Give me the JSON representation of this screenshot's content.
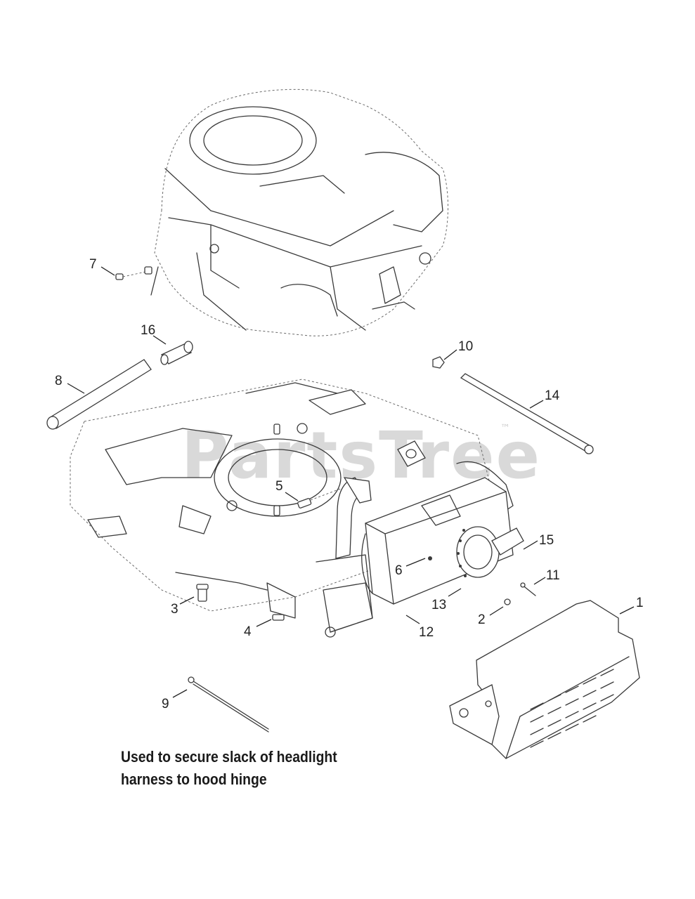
{
  "watermark": {
    "text": "PartsTree",
    "trademark": "™"
  },
  "note": {
    "line1": "Used to secure slack of headlight",
    "line2": "harness to hood hinge"
  },
  "callouts": {
    "c1": "1",
    "c2": "2",
    "c3": "3",
    "c4": "4",
    "c5": "5",
    "c6": "6",
    "c7": "7",
    "c8": "8",
    "c9": "9",
    "c10": "10",
    "c11": "11",
    "c12": "12",
    "c13": "13",
    "c14": "14",
    "c15": "15",
    "c16": "16"
  }
}
